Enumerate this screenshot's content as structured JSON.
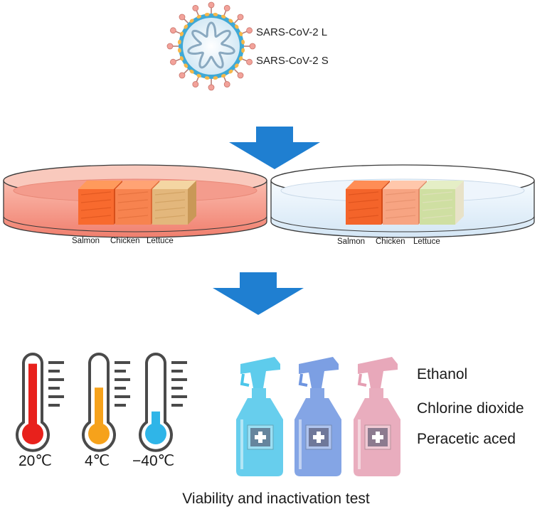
{
  "virus": {
    "labels": [
      "SARS-CoV-2 L",
      "SARS-CoV-2 S"
    ],
    "colors": {
      "envelope": "#3fa9d6",
      "spike": "#f2a29a",
      "protein": "#f5b84a"
    }
  },
  "dishes": [
    {
      "medium": "red",
      "foods": [
        "Salmon",
        "Chicken",
        "Lettuce"
      ]
    },
    {
      "medium": "clear",
      "foods": [
        "Salmon",
        "Chicken",
        "Lettuce"
      ]
    }
  ],
  "temperatures": [
    {
      "label": "20℃",
      "level": 0.9,
      "color": "#e8211c"
    },
    {
      "label": "4℃",
      "level": 0.55,
      "color": "#f6a21b"
    },
    {
      "label": "−40℃",
      "level": 0.2,
      "color": "#2fb5e8"
    }
  ],
  "disinfectants": [
    {
      "label": "Ethanol",
      "color": "#4cc6ea"
    },
    {
      "label": "Chlorine dioxide",
      "color": "#6e95e0"
    },
    {
      "label": "Peracetic aced",
      "color": "#e59fb3"
    }
  ],
  "arrow_color": "#1f7fd1",
  "bottom_label": "Viability and inactivation test"
}
